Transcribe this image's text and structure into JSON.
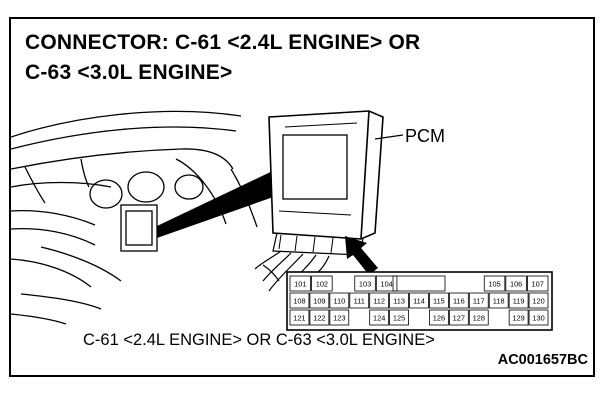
{
  "title": {
    "line1": "CONNECTOR: C-61 <2.4L ENGINE> OR",
    "line2": "C-63 <3.0L ENGINE>"
  },
  "component_label": "PCM",
  "connector_pins": {
    "row1": [
      "101",
      "102",
      "",
      "103",
      "104",
      "",
      "",
      "",
      "",
      "105",
      "106",
      "107"
    ],
    "row2": [
      "108",
      "109",
      "110",
      "111",
      "112",
      "113",
      "114",
      "115",
      "116",
      "117",
      "118",
      "119",
      "120"
    ],
    "row3": [
      "121",
      "122",
      "123",
      "",
      "124",
      "125",
      "",
      "126",
      "127",
      "128",
      "",
      "129",
      "130"
    ]
  },
  "caption": "C-61 <2.4L ENGINE> OR C-63 <3.0L ENGINE>",
  "figure_code": "AC001657BC"
}
